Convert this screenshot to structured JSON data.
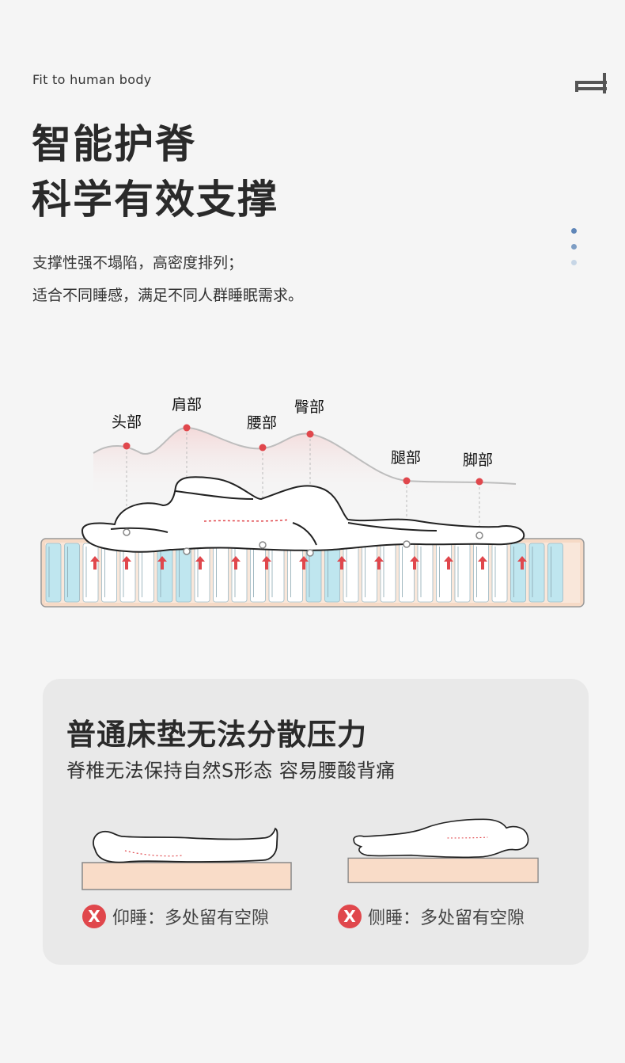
{
  "header": {
    "subtitle_en": "Fit to human body",
    "title_line1": "智能护脊",
    "title_line2": "科学有效支撑",
    "desc_line1": "支撑性强不塌陷，高密度排列；",
    "desc_line2": "适合不同睡感，满足不同人群睡眠需求。"
  },
  "diagram": {
    "labels": {
      "head": "头部",
      "shoulder": "肩部",
      "waist": "腰部",
      "hip": "臀部",
      "leg": "腿部",
      "foot": "脚部"
    },
    "colors": {
      "marker": "#e0474c",
      "spring_blue": "#bfe6ef",
      "mattress_edge": "#f6dac6",
      "curve": "#bdbdbd"
    }
  },
  "comparison": {
    "title": "普通床垫无法分散压力",
    "subtitle": "脊椎无法保持自然S形态 容易腰酸背痛",
    "back_caption": "仰睡：多处留有空隙",
    "side_caption": "侧睡：多处留有空隙",
    "badge": "X",
    "badge_color": "#e0474c",
    "mattress_color": "#f9dcc8"
  },
  "icons": {
    "bed": "bed-icon",
    "page_dots": [
      "#5f86b8",
      "#7d9dc4",
      "#c7d6e6"
    ]
  }
}
